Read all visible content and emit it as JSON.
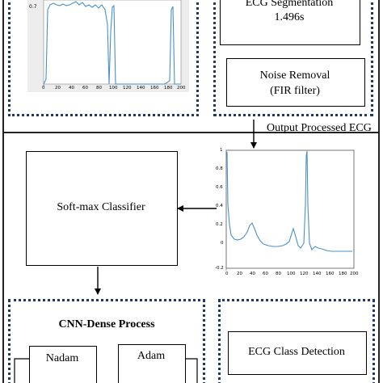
{
  "diagram": {
    "nodes": {
      "ecg_segmentation": {
        "line1": "ECG Segmentation",
        "line2": "1.496s"
      },
      "noise_removal": {
        "line1": "Noise Removal",
        "line2": "(FIR filter)"
      },
      "output_processed_ecg": {
        "label": "Output Processed ECG"
      },
      "softmax_classifier": {
        "label": "Soft-max Classifier"
      },
      "cnn_dense_process": {
        "title": "CNN-Dense Process",
        "nadam": "Nadam",
        "adam": "Adam"
      },
      "ecg_class_detection": {
        "label": "ECG Class Detection"
      }
    },
    "colors": {
      "dotted_border": "#1f3864",
      "signal_line": "#4a90c8",
      "plot_bg": "#ededed"
    }
  },
  "top_plot": {
    "x_ticks": [
      "0",
      "20",
      "40",
      "60",
      "80",
      "100",
      "120",
      "140",
      "160",
      "180",
      "200"
    ],
    "y_ticks": [
      "0.7"
    ]
  },
  "processed_plot": {
    "x_ticks": [
      "0",
      "20",
      "40",
      "60",
      "80",
      "100",
      "120",
      "140",
      "160",
      "180",
      "200"
    ],
    "y_ticks": [
      "1",
      "0.8",
      "0.6",
      "0.4",
      "0.2",
      "0",
      "-0.2"
    ]
  }
}
